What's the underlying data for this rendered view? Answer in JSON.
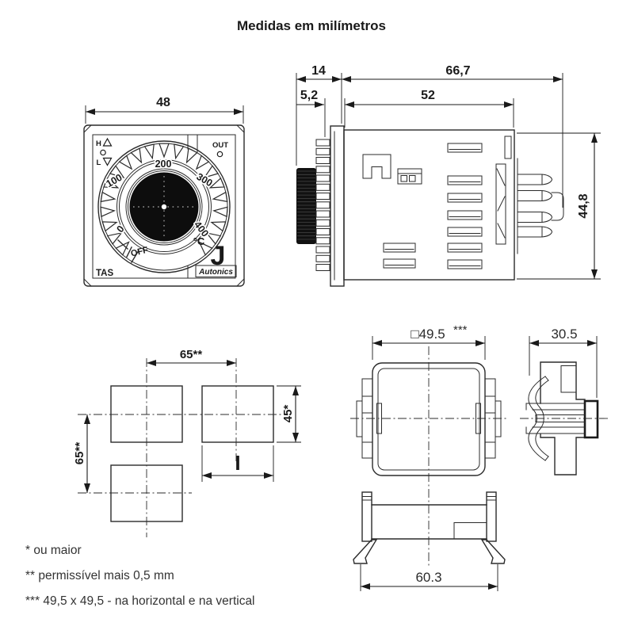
{
  "title": "Medidas em milímetros",
  "front_view": {
    "width_dim": "48",
    "indicator_h": "H",
    "indicator_l": "L",
    "indicator_out": "OUT",
    "scale_labels": [
      "0",
      "100",
      "200",
      "300",
      "400"
    ],
    "off_label": "OFF",
    "unit_label": "°C",
    "sensor_type": "J",
    "model": "TAS",
    "brand": "Autonics"
  },
  "side_view": {
    "knob_depth_dim": "14",
    "total_depth_dim": "66,7",
    "bezel_depth_dim": "5,2",
    "case_depth_dim": "52",
    "height_dim": "44,8"
  },
  "panel_cutout": {
    "horizontal_spacing_dim": "65**",
    "vertical_spacing_dim": "65**",
    "hole_height_dim": "45*",
    "hole_width_marker": "I"
  },
  "socket_front": {
    "size_dim": "□49.5",
    "size_suffix": "***"
  },
  "socket_bracket": {
    "width_dim": "60.3"
  },
  "socket_side": {
    "depth_dim": "30.5"
  },
  "notes": [
    "* ou maior",
    "** permissível mais 0,5 mm",
    "*** 49,5 x 49,5 - na horizontal e na vertical"
  ]
}
